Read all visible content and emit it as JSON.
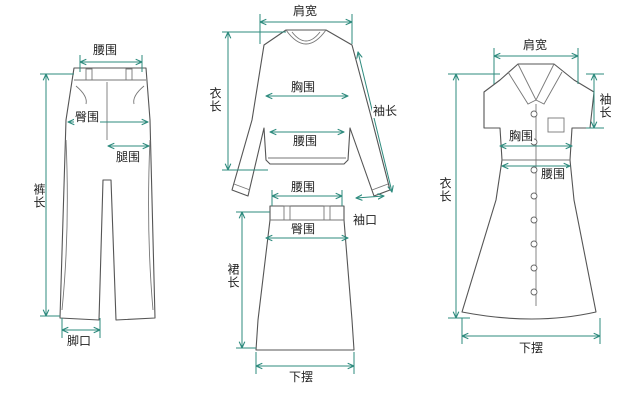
{
  "theme": {
    "measure_line_color": "#2e8b7e",
    "garment_outline_color": "#555555"
  },
  "pants": {
    "waist": "腰围",
    "hip": "臀围",
    "thigh": "腿围",
    "length": "裤长",
    "hem": "脚口"
  },
  "sweater": {
    "shoulder": "肩宽",
    "length": "衣长",
    "chest": "胸围",
    "waist": "腰围",
    "sleeve_length": "袖长",
    "cuff": "袖口"
  },
  "skirt": {
    "waist": "腰围",
    "hip": "臀围",
    "length": "裙长",
    "hem": "下摆"
  },
  "dress": {
    "shoulder": "肩宽",
    "sleeve_length": "袖长",
    "chest": "胸围",
    "waist": "腰围",
    "length": "衣长",
    "hem": "下摆"
  }
}
